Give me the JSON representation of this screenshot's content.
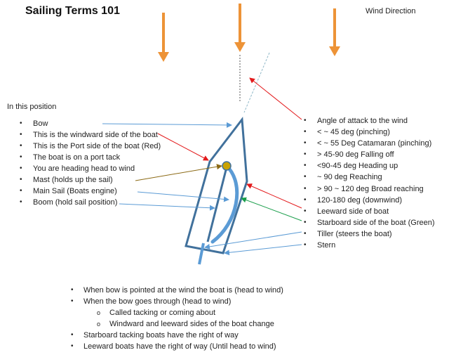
{
  "title": "Sailing Terms 101",
  "wind_label": "Wind Direction",
  "context_label": "In this position",
  "left_items": [
    "Bow",
    "This is the windward side of the boat",
    "This is the Port side of the boat (Red)",
    "The boat is on a port tack",
    "You are heading head to wind",
    "Mast (holds up the sail)",
    " Main Sail (Boats engine)",
    "Boom (hold sail position)"
  ],
  "right_items": [
    "Angle of attack to the wind",
    "< ~ 45 deg (pinching)",
    "< ~ 55 Deg Catamaran (pinching)",
    "> 45-90 deg Falling off",
    "<90-45 deg Heading up",
    "~ 90 deg Reaching",
    "> 90 ~ 120 deg Broad reaching",
    "120-180 deg (downwind)",
    "Leeward side of boat",
    "Starboard side of the boat (Green)",
    "Tiller (steers the boat)",
    "Stern"
  ],
  "notes": [
    {
      "text": "When bow is pointed at the wind the boat is (head to wind)",
      "level": 1
    },
    {
      "text": "When the bow goes through (head to wind)",
      "level": 1
    },
    {
      "text": "Called tacking or coming about",
      "level": 2
    },
    {
      "text": "Windward and leeward sides of the boat change",
      "level": 2
    },
    {
      "text": "Starboard tacking boats have the right of way",
      "level": 1
    },
    {
      "text": "Leeward boats have the right of way (Until head to wind)",
      "level": 1
    }
  ],
  "colors": {
    "wind_arrow": "#ED9337",
    "boat_hull": "#41719C",
    "sail": "#5B9BD5",
    "pointer_blue": "#5B9BD5",
    "port_red": "#E31A1C",
    "starboard_green": "#1A9E4B",
    "mast": "#C9A200",
    "mast_pointer": "#8B6914"
  }
}
